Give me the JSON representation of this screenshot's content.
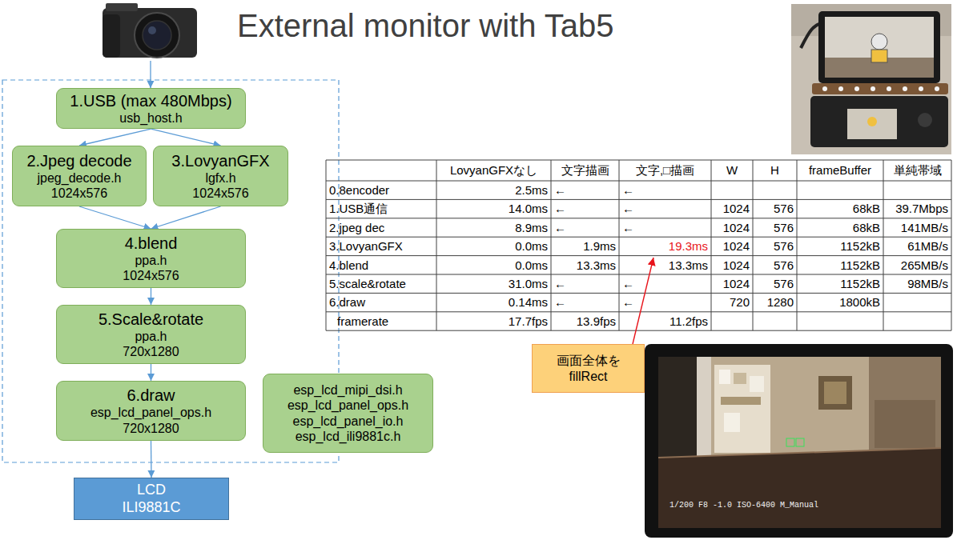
{
  "diagram": {
    "title": "External monitor with Tab5",
    "nodes": [
      {
        "text": [
          "1.USB (max 480Mbps)",
          "usb_host.h"
        ]
      },
      {
        "text": [
          "2.Jpeg decode",
          "jpeg_decode.h",
          "1024x576"
        ]
      },
      {
        "text": [
          "3.LovyanGFX",
          "lgfx.h",
          "1024x576"
        ]
      },
      {
        "text": [
          "4.blend",
          "ppa.h",
          "1024x576"
        ]
      },
      {
        "text": [
          "5.Scale&rotate",
          "ppa.h",
          "720x1280"
        ]
      },
      {
        "text": [
          "6.draw",
          "esp_lcd_panel_ops.h",
          "720x1280"
        ]
      },
      {
        "text": [
          "esp_lcd_mipi_dsi.h",
          "esp_lcd_panel_ops.h",
          "esp_lcd_panel_io.h",
          "esp_lcd_ili9881c.h"
        ]
      },
      {
        "text": [
          "LCD",
          "ILI9881C"
        ]
      },
      {
        "text": [
          "画面全体を fillRect"
        ]
      }
    ],
    "edges": [
      {
        "from": 0,
        "to": 1,
        "arrow": "to"
      },
      {
        "from": 0,
        "to": 2,
        "arrow": "to"
      },
      {
        "from": 1,
        "to": 3,
        "arrow": "to"
      },
      {
        "from": 2,
        "to": 3,
        "arrow": "to"
      },
      {
        "from": 3,
        "to": 4,
        "arrow": "to"
      },
      {
        "from": 4,
        "to": 5,
        "arrow": "to"
      },
      {
        "from": 5,
        "to": 7,
        "arrow": "to"
      }
    ],
    "labels": [
      "LovyanGFXなし",
      "文字描画",
      "文字,□描画",
      "W",
      "H",
      "frameBuffer",
      "単純帯域",
      "0.8encoder",
      "2.5ms",
      "←",
      "←",
      "1.USB通信",
      "14.0ms",
      "←",
      "←",
      "1024",
      "576",
      "68kB",
      "39.7Mbps",
      "2.jpeg dec",
      "8.9ms",
      "←",
      "←",
      "1024",
      "576",
      "68kB",
      "141MB/s",
      "3.LovyanGFX",
      "0.0ms",
      "1.9ms",
      "19.3ms",
      "1024",
      "576",
      "1152kB",
      "61MB/s",
      "4.blend",
      "0.0ms",
      "13.3ms",
      "13.3ms",
      "1024",
      "576",
      "1152kB",
      "265MB/s",
      "5.scale&rotate",
      "31.0ms",
      "←",
      "←",
      "1024",
      "576",
      "1152kB",
      "98MB/s",
      "6.draw",
      "0.14ms",
      "←",
      "←",
      "720",
      "1280",
      "1800kB",
      "framerate",
      "17.7fps",
      "13.9fps",
      "11.2fps",
      "1/200 F8 -1.0 ISO-6400 M_Manual"
    ]
  }
}
